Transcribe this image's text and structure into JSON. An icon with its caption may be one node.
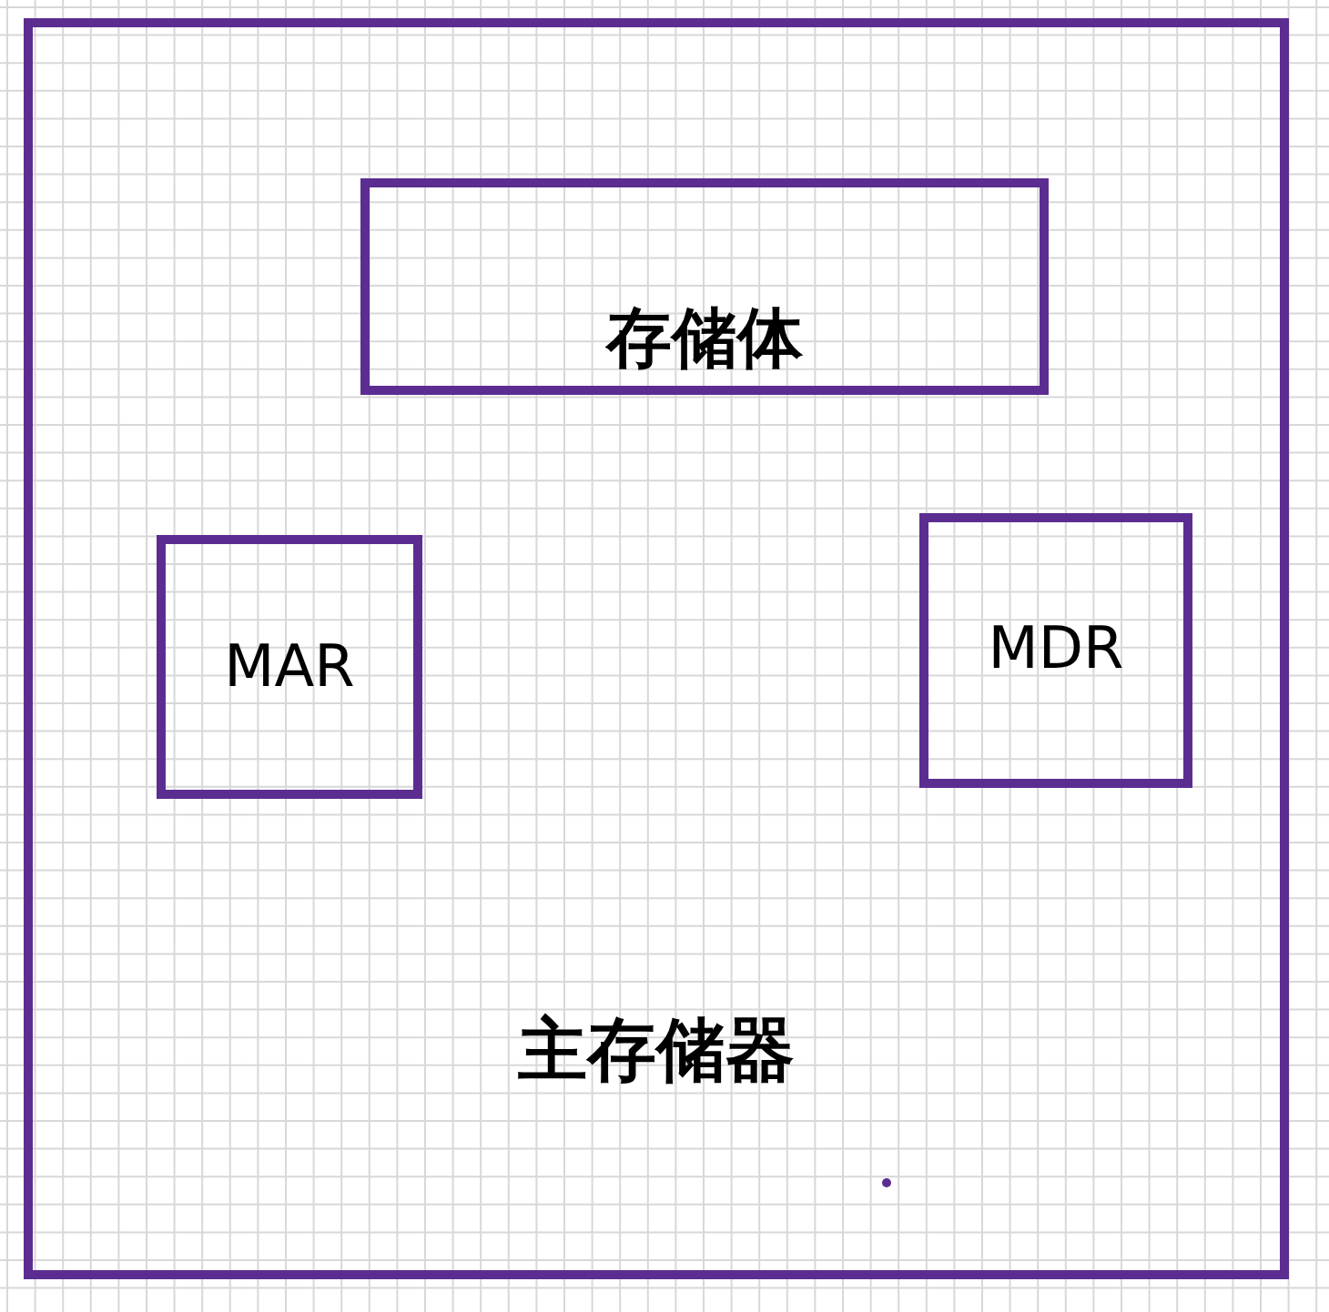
{
  "diagram": {
    "nodes": [
      {
        "text": [
          "主存储器"
        ]
      },
      {
        "text": [
          "存储体"
        ],
        "in": 0
      },
      {
        "text": [
          "MAR"
        ],
        "in": 0
      },
      {
        "text": [
          "MDR"
        ],
        "in": 0
      }
    ]
  }
}
